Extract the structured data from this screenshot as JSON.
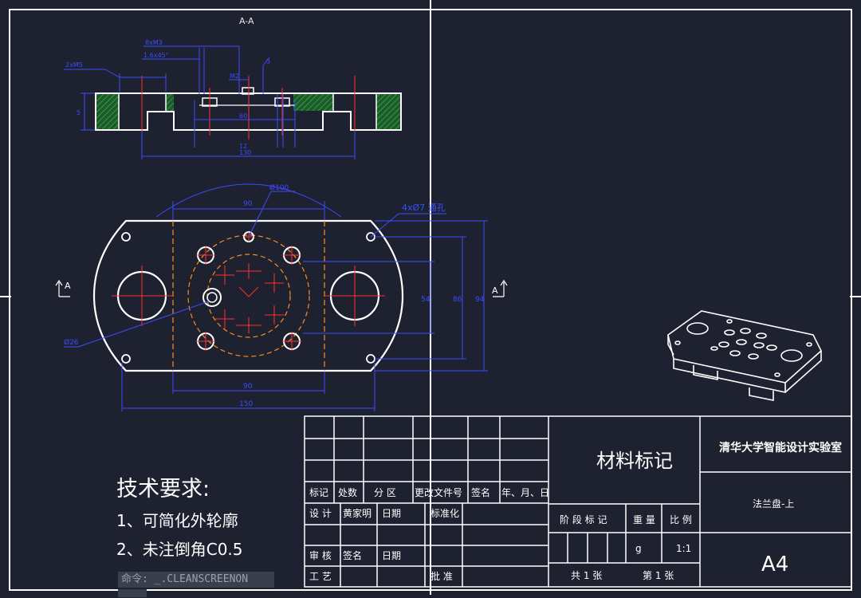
{
  "drawing": {
    "section_label": "A-A",
    "section_mark_left": "A",
    "section_mark_right": "A",
    "dims_top": {
      "d1": "2xM5",
      "d2": "8xM3",
      "d3": "1.6x45°",
      "d4": "3",
      "d5": "M2",
      "d6": "5",
      "d7": "60",
      "d8": "12",
      "d9": "130"
    },
    "dims_plan": {
      "top_width": "90",
      "circle_dia": "Ø100",
      "note_right": "4xØ7 通孔",
      "h1": "54",
      "h2": "86",
      "h3": "94",
      "left_hole": "Ø26",
      "bottom_inner": "90",
      "bottom_outer": "150"
    }
  },
  "notes": {
    "title": "技术要求:",
    "line1": "1、可简化外轮廓",
    "line2": "2、未注倒角C0.5"
  },
  "command_line": "命令: _.CLEANSCREENON",
  "title_block": {
    "headers": {
      "mark": "标记",
      "count": "处数",
      "zone": "分 区",
      "doc": "更改文件号",
      "sign": "签名",
      "date": "年、月、日"
    },
    "design_label": "设 计",
    "designer": "黄家明",
    "date_label1": "日期",
    "standard_label": "标准化",
    "review_label": "审 核",
    "sign_label": "签名",
    "date_label2": "日期",
    "process_label": "工 艺",
    "approve_label": "批 准",
    "material": "材料标记",
    "stage_label": "阶 段 标 记",
    "weight_label": "重 量",
    "scale_label": "比 例",
    "weight_unit": "g",
    "scale_value": "1:1",
    "sheets_total": "共 1 张",
    "sheet_no": "第 1 张",
    "org": "清华大学智能设计实验室",
    "part_name": "法兰盘-上",
    "format": "A4"
  }
}
